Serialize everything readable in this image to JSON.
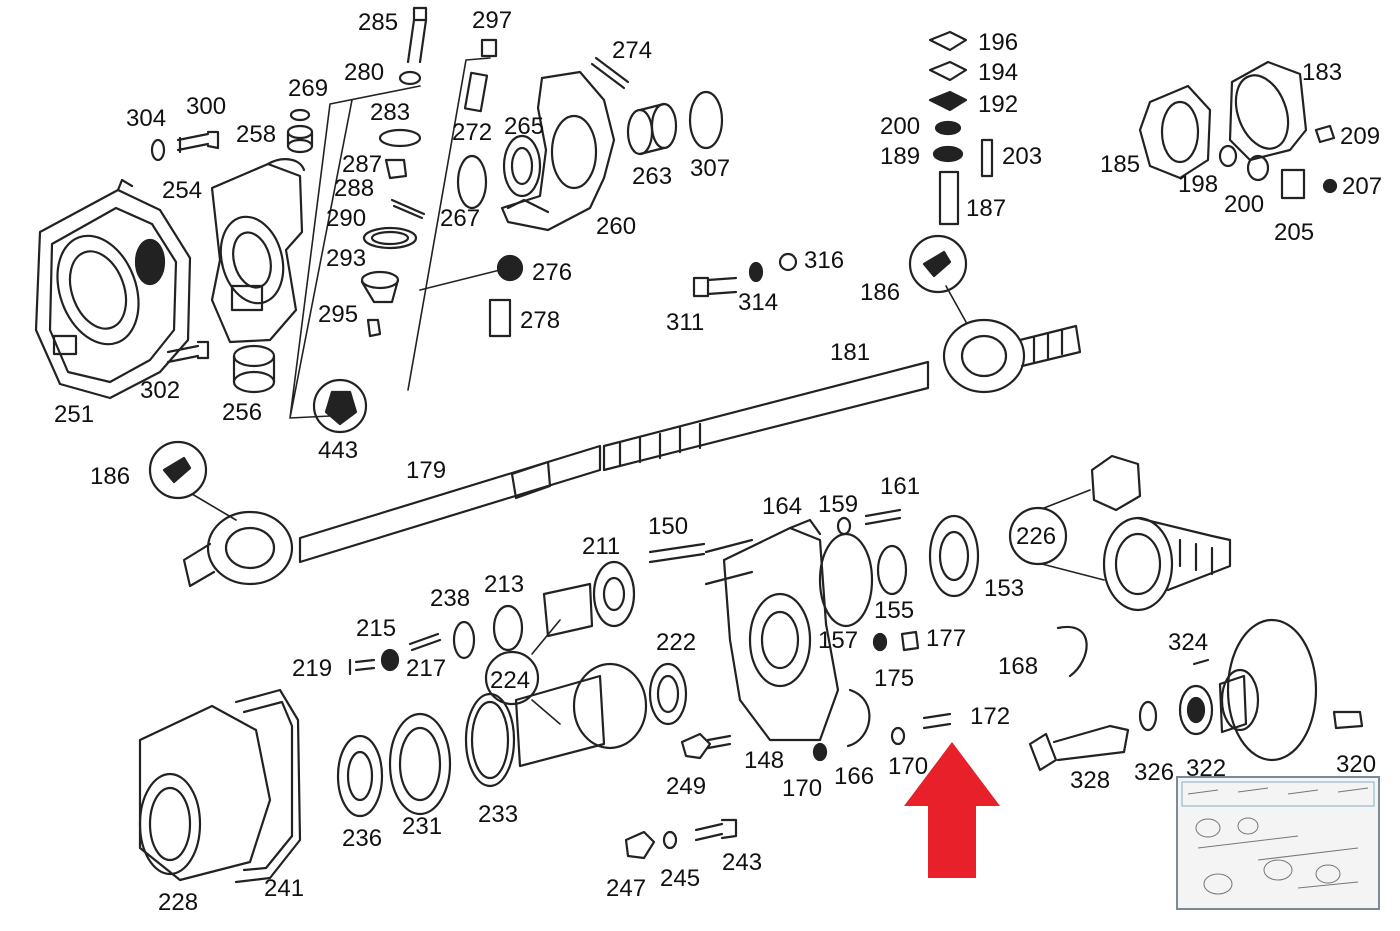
{
  "diagram": {
    "labels": {
      "285": "285",
      "297": "297",
      "274": "274",
      "280": "280",
      "269": "269",
      "304": "304",
      "300": "300",
      "283": "283",
      "258": "258",
      "272": "272",
      "265": "265",
      "263": "263",
      "307": "307",
      "287": "287",
      "288": "288",
      "254": "254",
      "290": "290",
      "267": "267",
      "260": "260",
      "293": "293",
      "276": "276",
      "295": "295",
      "278": "278",
      "302": "302",
      "251": "251",
      "256": "256",
      "443": "443",
      "196": "196",
      "194": "194",
      "192": "192",
      "200a": "200",
      "189": "189",
      "203": "203",
      "187": "187",
      "316": "316",
      "311": "311",
      "314": "314",
      "186a": "186",
      "181": "181",
      "183": "183",
      "209": "209",
      "185": "185",
      "198": "198",
      "200b": "200",
      "207": "207",
      "205": "205",
      "186b": "186",
      "179": "179",
      "164": "164",
      "159": "159",
      "161": "161",
      "150": "150",
      "211": "211",
      "226": "226",
      "153": "153",
      "238": "238",
      "213": "213",
      "155": "155",
      "215": "215",
      "219": "219",
      "217": "217",
      "222": "222",
      "157": "157",
      "177": "177",
      "224": "224",
      "168": "168",
      "175": "175",
      "324": "324",
      "172": "172",
      "148": "148",
      "249": "249",
      "170a": "170",
      "166": "166",
      "170b": "170",
      "328": "328",
      "326": "326",
      "322": "322",
      "320": "320",
      "236": "236",
      "231": "231",
      "233": "233",
      "228": "228",
      "241": "241",
      "247": "247",
      "245": "245",
      "243": "243"
    },
    "indicator_color": "#e8202a"
  }
}
